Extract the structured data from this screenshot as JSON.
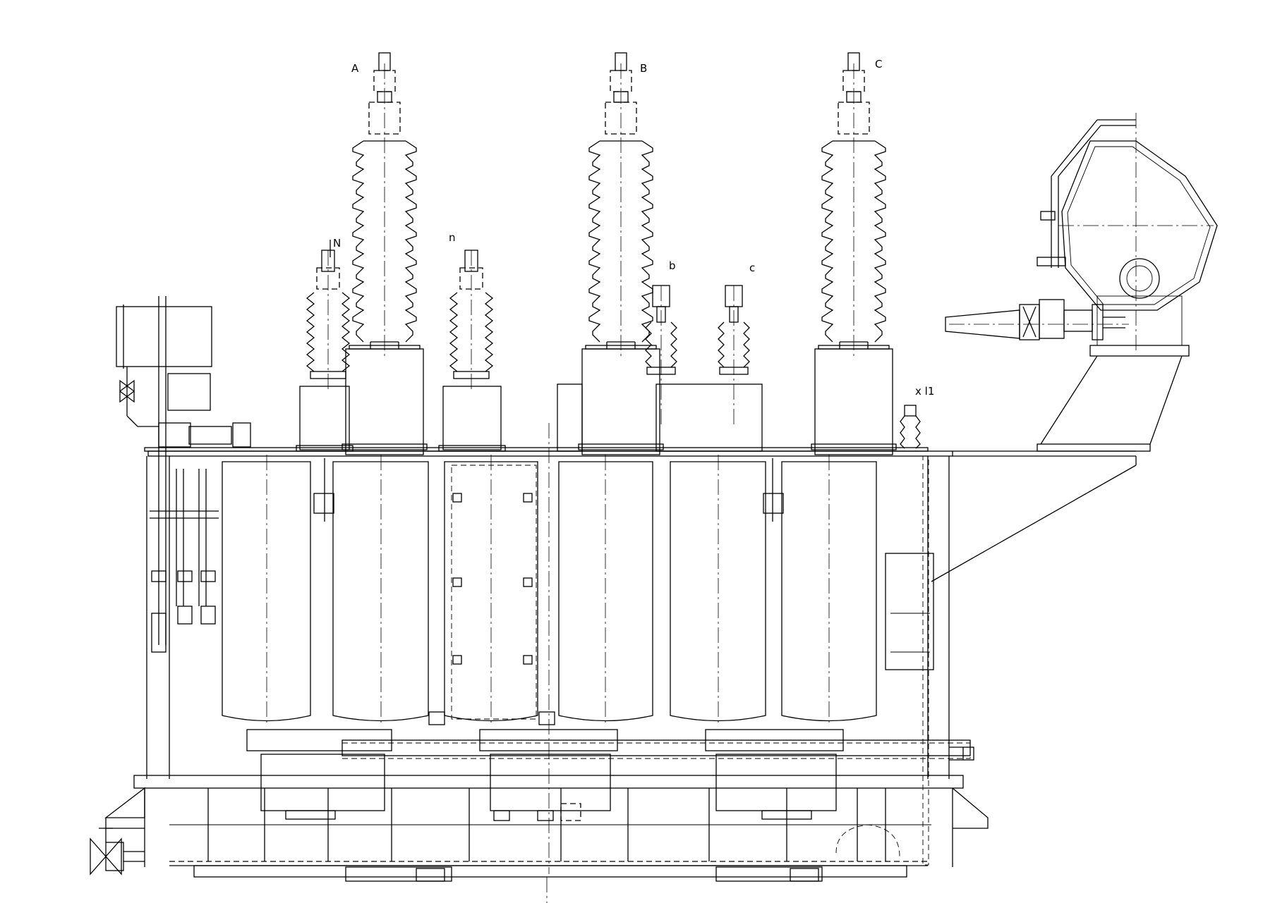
{
  "drawing": {
    "labels": {
      "phase_a": "A",
      "phase_b": "B",
      "phase_c": "C",
      "neutral": "N",
      "lv_n": "n",
      "lv_b": "b",
      "lv_c": "c",
      "x1": "x l1"
    }
  }
}
